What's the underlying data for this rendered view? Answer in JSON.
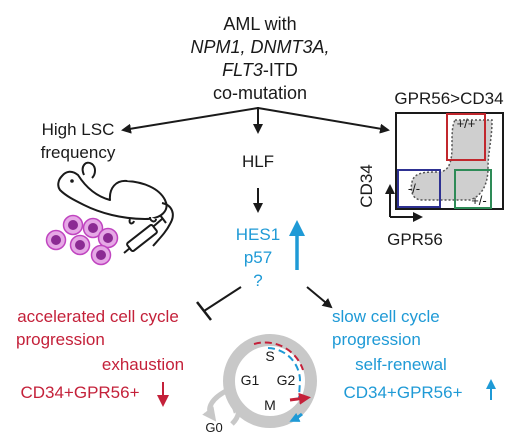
{
  "header": {
    "line1": "AML with",
    "line2": "NPM1, DNMT3A,",
    "line3_italic": "FLT3",
    "line3_plain": "-ITD",
    "line4": "co-mutation"
  },
  "left_branch": {
    "line1": "High LSC",
    "line2": "frequency"
  },
  "center": {
    "hlf": "HLF",
    "hes1": "HES1",
    "p57": "p57",
    "q": "?"
  },
  "flow_plot": {
    "title": "GPR56>CD34",
    "y_axis": "CD34",
    "x_axis": "GPR56",
    "gate_pp": "+/+",
    "gate_mm": "-/-",
    "gate_pm": "+/-"
  },
  "left_outcome": {
    "line1": "accelerated cell cycle",
    "line2": "progression",
    "line3": "exhaustion",
    "line4": "CD34+GPR56+"
  },
  "right_outcome": {
    "line1": "slow cell cycle",
    "line2": "progression",
    "line3": "self-renewal",
    "line4": "CD34+GPR56+"
  },
  "cell_cycle": {
    "s": "S",
    "g1": "G1",
    "g2": "G2",
    "m": "M",
    "g0": "G0"
  },
  "colors": {
    "red": "#c4213a",
    "blue": "#1f9ad6",
    "black": "#1a1a1a",
    "gray": "#c8c8c8",
    "gate_red": "#c1272d",
    "gate_blue": "#2e3192",
    "gate_green": "#2e8b57"
  }
}
